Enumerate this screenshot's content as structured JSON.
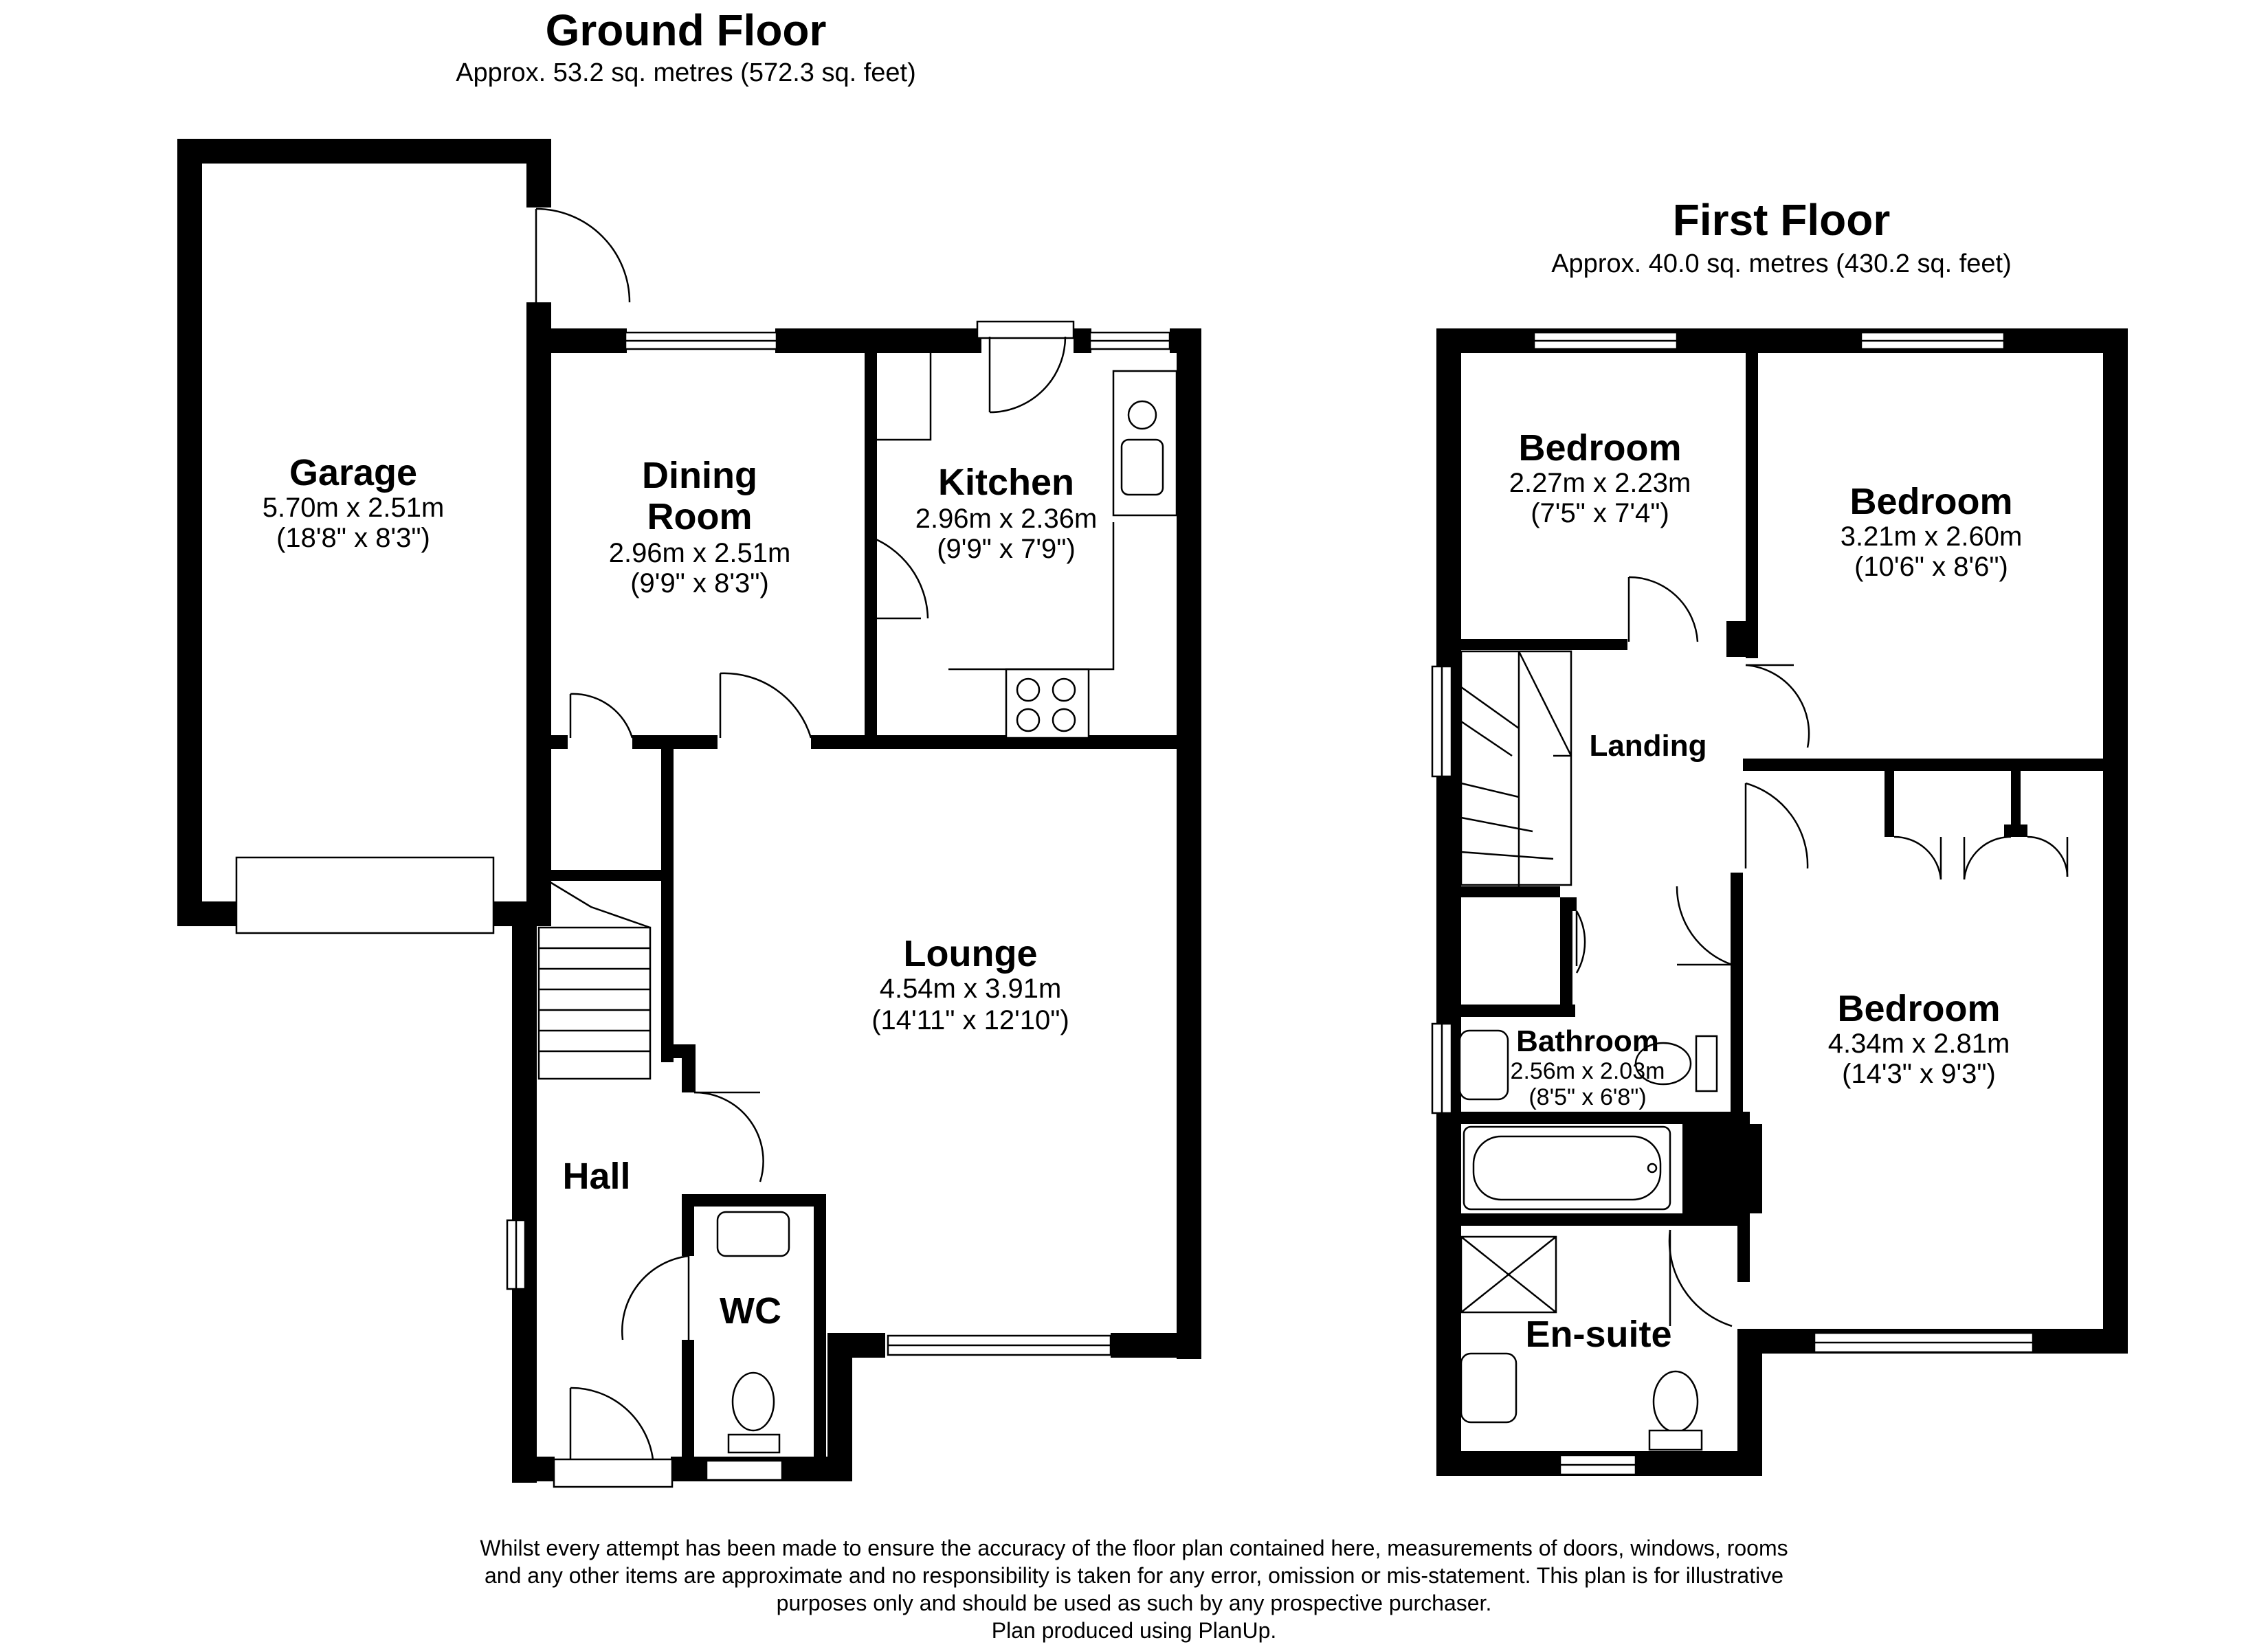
{
  "ground_floor": {
    "title": "Ground Floor",
    "area": "Approx. 53.2 sq. metres (572.3 sq. feet)",
    "rooms": {
      "garage": {
        "name": "Garage",
        "metric": "5.70m x 2.51m",
        "imperial": "(18'8\" x 8'3\")"
      },
      "dining": {
        "name_line1": "Dining",
        "name_line2": "Room",
        "metric": "2.96m x 2.51m",
        "imperial": "(9'9\" x 8'3\")"
      },
      "kitchen": {
        "name": "Kitchen",
        "metric": "2.96m x 2.36m",
        "imperial": "(9'9\" x 7'9\")"
      },
      "lounge": {
        "name": "Lounge",
        "metric": "4.54m x 3.91m",
        "imperial": "(14'11\" x 12'10\")"
      },
      "hall": {
        "name": "Hall"
      },
      "wc": {
        "name": "WC"
      }
    }
  },
  "first_floor": {
    "title": "First Floor",
    "area": "Approx. 40.0 sq. metres (430.2 sq. feet)",
    "rooms": {
      "bedroom_small": {
        "name": "Bedroom",
        "metric": "2.27m x 2.23m",
        "imperial": "(7'5\" x 7'4\")"
      },
      "bedroom_2": {
        "name": "Bedroom",
        "metric": "3.21m x 2.60m",
        "imperial": "(10'6\" x 8'6\")"
      },
      "landing": {
        "name": "Landing"
      },
      "bathroom": {
        "name": "Bathroom",
        "metric": "2.56m x 2.03m",
        "imperial": "(8'5\" x 6'8\")"
      },
      "bedroom_main": {
        "name": "Bedroom",
        "metric": "4.34m x 2.81m",
        "imperial": "(14'3\" x 9'3\")"
      },
      "ensuite": {
        "name": "En-suite"
      }
    }
  },
  "disclaimer": {
    "line1": "Whilst every attempt has been made to ensure the accuracy of the floor plan contained here, measurements of doors, windows, rooms",
    "line2": "and any other items are approximate and no responsibility is taken for any error, omission or mis-statement. This plan is for illustrative",
    "line3": "purposes only and should be used as such by any prospective purchaser.",
    "line4": "Plan produced using PlanUp."
  }
}
